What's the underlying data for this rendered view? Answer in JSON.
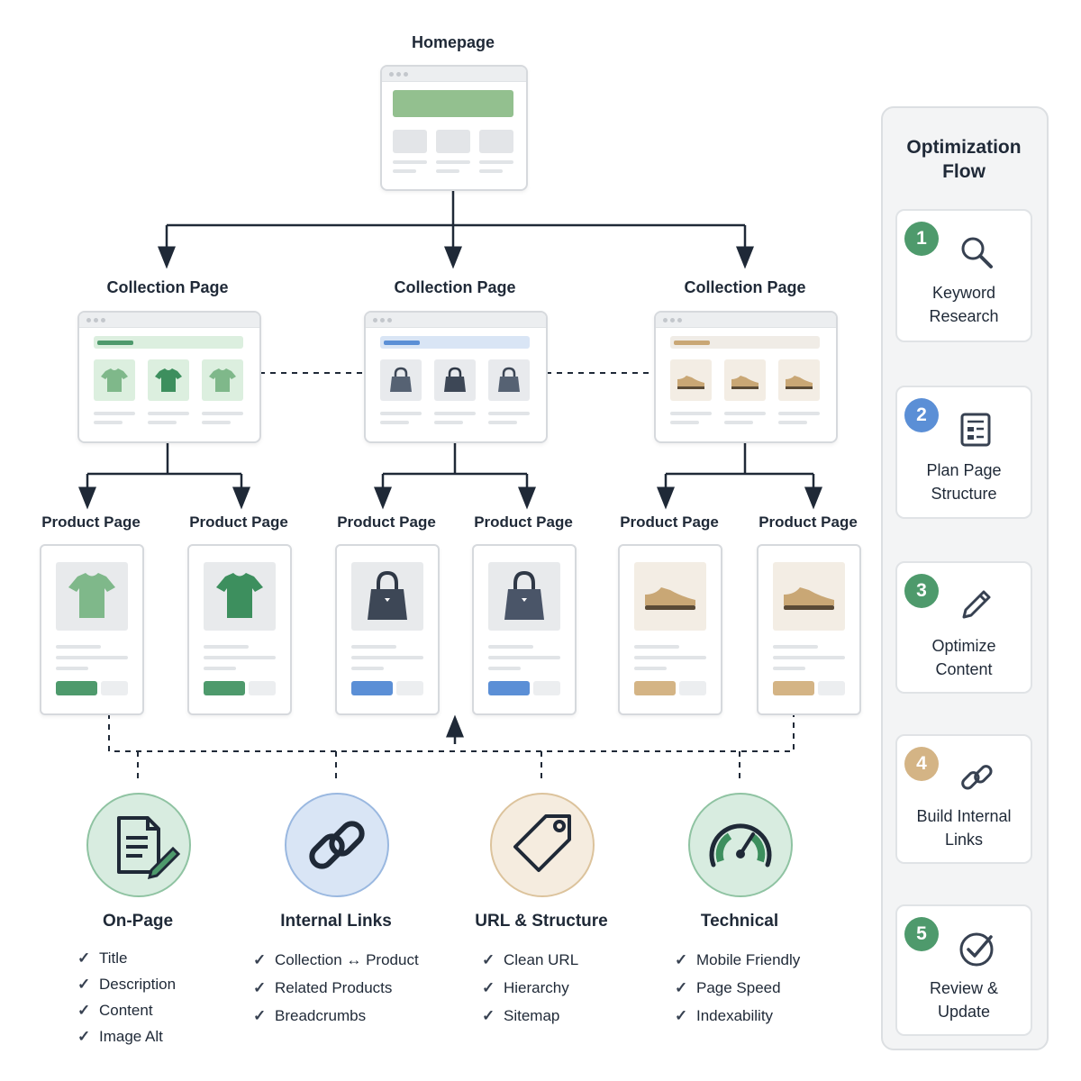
{
  "homepage": {
    "label": "Homepage"
  },
  "collections": [
    {
      "label": "Collection Page",
      "accent": "#4e9a6c",
      "product": "t-shirt-icon"
    },
    {
      "label": "Collection Page",
      "accent": "#4a5568",
      "product": "handbag-icon"
    },
    {
      "label": "Collection Page",
      "accent": "#c9a775",
      "product": "shoe-icon"
    }
  ],
  "product_pages": [
    {
      "label": "Product Page"
    },
    {
      "label": "Product Page"
    },
    {
      "label": "Product Page"
    },
    {
      "label": "Product Page"
    },
    {
      "label": "Product Page"
    },
    {
      "label": "Product Page"
    }
  ],
  "pillars": [
    {
      "title": "On-Page",
      "icon": "document-edit-icon",
      "color": "#d8ece0",
      "items": [
        "Title",
        "Description",
        "Content",
        "Image Alt"
      ]
    },
    {
      "title": "Internal Links",
      "icon": "link-icon",
      "color": "#d9e5f5",
      "items": [
        "Collection ↔ Product",
        "Related Products",
        "Breadcrumbs"
      ]
    },
    {
      "title": "URL & Structure",
      "icon": "tag-icon",
      "color": "#f5ecdf",
      "items": [
        "Clean URL",
        "Hierarchy",
        "Sitemap"
      ]
    },
    {
      "title": "Technical",
      "icon": "speedometer-icon",
      "color": "#d8ece0",
      "items": [
        "Mobile Friendly",
        "Page Speed",
        "Indexability"
      ]
    }
  ],
  "flow": {
    "title_line1": "Optimization",
    "title_line2": "Flow",
    "steps": [
      {
        "num": "1",
        "line1": "Keyword",
        "line2": "Research",
        "icon": "search-icon",
        "color": "#4e9a6c"
      },
      {
        "num": "2",
        "line1": "Plan Page",
        "line2": "Structure",
        "icon": "document-icon",
        "color": "#5b8fd6"
      },
      {
        "num": "3",
        "line1": "Optimize",
        "line2": "Content",
        "icon": "pencil-icon",
        "color": "#4e9a6c"
      },
      {
        "num": "4",
        "line1": "Build Internal",
        "line2": "Links",
        "icon": "link-icon",
        "color": "#d4b485"
      },
      {
        "num": "5",
        "line1": "Review &",
        "line2": "Update",
        "icon": "check-circle-icon",
        "color": "#4e9a6c"
      }
    ]
  }
}
